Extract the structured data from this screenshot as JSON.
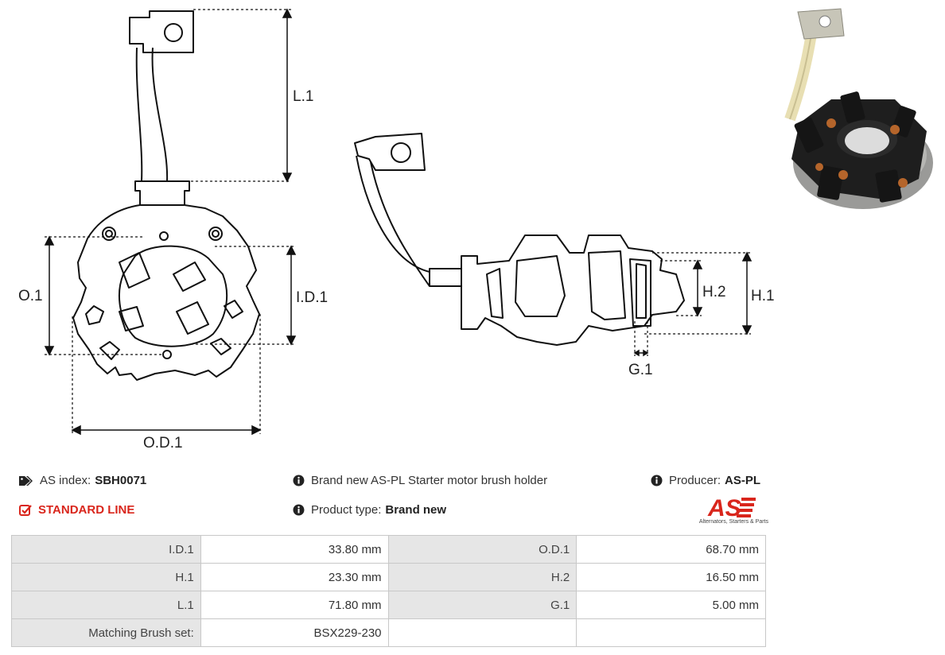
{
  "drawing": {
    "labels": {
      "l1": "L.1",
      "o1": "O.1",
      "id1": "I.D.1",
      "od1": "O.D.1",
      "h2": "H.2",
      "h1": "H.1",
      "g1": "G.1"
    }
  },
  "photo": {
    "alt": "brush holder photo"
  },
  "info": {
    "as_index_label": "AS index:",
    "as_index_value": "SBH0071",
    "description": "Brand new AS-PL Starter motor brush holder",
    "producer_label": "Producer:",
    "producer_value": "AS-PL",
    "standard_line": "STANDARD LINE",
    "product_type_label": "Product type:",
    "product_type_value": "Brand new"
  },
  "logo": {
    "text": "AS",
    "subtitle": "Alternators, Starters & Parts"
  },
  "specs": [
    {
      "k1": "I.D.1",
      "v1": "33.80 mm",
      "k2": "O.D.1",
      "v2": "68.70 mm"
    },
    {
      "k1": "H.1",
      "v1": "23.30 mm",
      "k2": "H.2",
      "v2": "16.50 mm"
    },
    {
      "k1": "L.1",
      "v1": "71.80  mm",
      "k2": "G.1",
      "v2": "5.00 mm"
    },
    {
      "k1": "Matching Brush set:",
      "v1": "BSX229-230",
      "k2": "",
      "v2": ""
    }
  ],
  "colors": {
    "accent_red": "#d9261c",
    "table_key_bg": "#e6e6e6"
  }
}
